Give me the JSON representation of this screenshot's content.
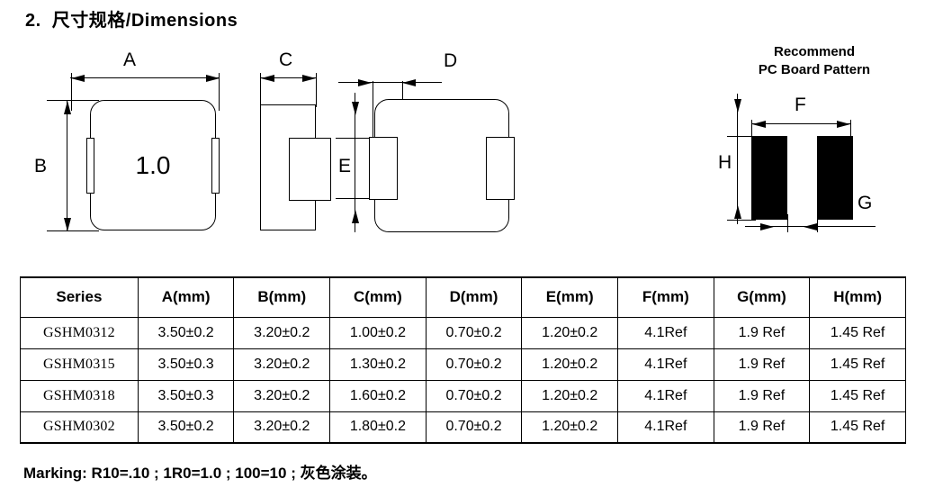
{
  "page": {
    "section_title": "2.  尺寸规格/Dimensions",
    "marking_note": "Marking: R10=.10 ; 1R0=1.0 ; 100=10 ; 灰色涂装。"
  },
  "figures": {
    "top_view": {
      "body_label": "1.0",
      "dim_width_label": "A",
      "dim_height_label": "B"
    },
    "side_view": {
      "dim_width_label": "C"
    },
    "bottom_view": {
      "dim_width_label": "D",
      "dim_height_label": "E"
    },
    "pcb_pattern": {
      "title_line1": "Recommend",
      "title_line2": "PC Board Pattern",
      "dim_width_label": "F",
      "dim_gap_label": "G",
      "dim_height_label": "H"
    }
  },
  "table": {
    "headers": [
      "Series",
      "A(mm)",
      "B(mm)",
      "C(mm)",
      "D(mm)",
      "E(mm)",
      "F(mm)",
      "G(mm)",
      "H(mm)"
    ],
    "rows": [
      {
        "series": "GSHM0312",
        "a": "3.50±0.2",
        "b": "3.20±0.2",
        "c": "1.00±0.2",
        "d": "0.70±0.2",
        "e": "1.20±0.2",
        "f": "4.1Ref",
        "g": "1.9 Ref",
        "h": "1.45 Ref"
      },
      {
        "series": "GSHM0315",
        "a": "3.50±0.3",
        "b": "3.20±0.2",
        "c": "1.30±0.2",
        "d": "0.70±0.2",
        "e": "1.20±0.2",
        "f": "4.1Ref",
        "g": "1.9 Ref",
        "h": "1.45 Ref"
      },
      {
        "series": "GSHM0318",
        "a": "3.50±0.3",
        "b": "3.20±0.2",
        "c": "1.60±0.2",
        "d": "0.70±0.2",
        "e": "1.20±0.2",
        "f": "4.1Ref",
        "g": "1.9 Ref",
        "h": "1.45 Ref"
      },
      {
        "series": "GSHM0302",
        "a": "3.50±0.2",
        "b": "3.20±0.2",
        "c": "1.80±0.2",
        "d": "0.70±0.2",
        "e": "1.20±0.2",
        "f": "4.1Ref",
        "g": "1.9 Ref",
        "h": "1.45 Ref"
      }
    ]
  }
}
